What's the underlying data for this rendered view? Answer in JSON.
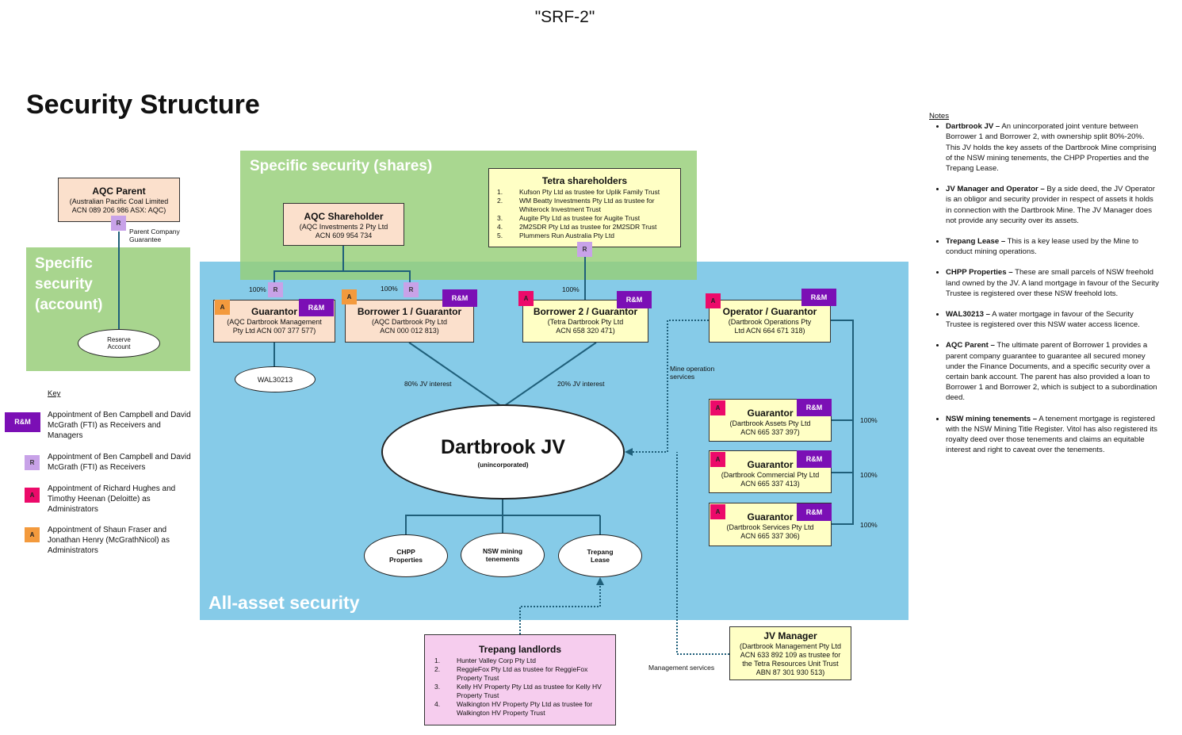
{
  "header": {
    "doc_ref": "\"SRF-2\"",
    "title": "Security Structure"
  },
  "regions": {
    "shares": "Specific security (shares)",
    "account": "Specific security (account)",
    "all_asset": "All-asset security"
  },
  "entities": {
    "aqc_parent": {
      "name": "AQC Parent",
      "detail": "(Australian Pacific Coal Limited ACN 089 206 986 ASX: AQC)"
    },
    "aqc_shareholder": {
      "name": "AQC Shareholder",
      "detail": "(AQC Investments 2 Pty Ltd ACN 609 954 734"
    },
    "tetra_shareholders": {
      "name": "Tetra shareholders",
      "items": [
        {
          "n": "1.",
          "text": "Kufson Pty Ltd as trustee for Uplik Family Trust"
        },
        {
          "n": "2.",
          "text": "WM Beatty Investments Pty Ltd as trustee for Whiterock Investment Trust"
        },
        {
          "n": "3.",
          "text": "Augite Pty Ltd as trustee for Augite Trust"
        },
        {
          "n": "4.",
          "text": "2M2SDR Pty Ltd as trustee for 2M2SDR Trust"
        },
        {
          "n": "5.",
          "text": "Plummers Run Australia Pty Ltd"
        }
      ]
    },
    "guarantor_mgmt": {
      "name": "Guarantor",
      "detail": "(AQC Dartbrook Management Pty Ltd ACN 007 377 577)"
    },
    "borrower1": {
      "name": "Borrower 1 / Guarantor",
      "detail": "(AQC Dartbrook Pty Ltd ACN 000 012 813)"
    },
    "borrower2": {
      "name": "Borrower 2 / Guarantor",
      "detail": "(Tetra Dartbrook Pty Ltd ACN 658 320 471)"
    },
    "operator": {
      "name": "Operator / Guarantor",
      "detail": "(Dartbrook Operations Pty Ltd ACN 664 671 318)"
    },
    "guarantor_assets": {
      "name": "Guarantor",
      "detail": "(Dartbrook Assets Pty Ltd ACN 665 337 397)"
    },
    "guarantor_commercial": {
      "name": "Guarantor",
      "detail": "(Dartbrook Commercial Pty Ltd ACN 665 337 413)"
    },
    "guarantor_services": {
      "name": "Guarantor",
      "detail": "(Dartbrook Services Pty Ltd ACN 665 337 306)"
    },
    "jv": {
      "name": "Dartbrook JV",
      "sub": "(unincorporated)"
    },
    "reserve_account": "Reserve Account",
    "wal": "WAL30213",
    "chpp": "CHPP Properties",
    "nsw": "NSW mining tenements",
    "trepang_lease": "Trepang Lease",
    "trepang_landlords": {
      "name": "Trepang landlords",
      "items": [
        {
          "n": "1.",
          "text": "Hunter Valley Corp Pty Ltd"
        },
        {
          "n": "2.",
          "text": "ReggieFox Pty Ltd as trustee for ReggieFox Property Trust"
        },
        {
          "n": "3.",
          "text": "Kelly HV Property Pty Ltd as trustee for Kelly HV Property Trust"
        },
        {
          "n": "4.",
          "text": "Walkington HV Property Pty Ltd as trustee for Walkington HV Property Trust"
        }
      ]
    },
    "jv_manager": {
      "name": "JV Manager",
      "detail": "(Dartbrook Management Pty Ltd ACN 633 892 109 as trustee for the Tetra Resources Unit Trust ABN 87 301 930 513)"
    }
  },
  "badges": {
    "rm": "R&M",
    "r": "R",
    "a": "A"
  },
  "labels": {
    "parent_guarantee": "Parent Company Guarantee",
    "pct100": "100%",
    "jv80": "80% JV interest",
    "jv20": "20% JV interest",
    "mine_ops": "Mine operation services",
    "mgmt_services": "Management services"
  },
  "key": {
    "title": "Key",
    "rm": "Appointment of Ben Campbell and David McGrath (FTI) as Receivers and Managers",
    "r": "Appointment of Ben Campbell and David McGrath (FTI) as Receivers",
    "a_pink": "Appointment of Richard Hughes and Timothy Heenan (Deloitte) as Administrators",
    "a_orange": "Appointment of Shaun Fraser and Jonathan Henry (McGrathNicol) as Administrators"
  },
  "notes": {
    "heading": "Notes",
    "items": [
      {
        "term": "Dartbrook JV –",
        "text": " An unincorporated joint venture between Borrower 1 and Borrower 2, with ownership split 80%-20%. This JV holds the key assets of the Dartbrook Mine comprising of the NSW mining tenements, the CHPP Properties and the Trepang Lease."
      },
      {
        "term": "JV Manager and Operator –",
        "text": " By a side deed, the JV Operator is an obligor and security provider in respect of assets it holds in connection with the Dartbrook Mine. The JV Manager does not provide any security over its assets."
      },
      {
        "term": "Trepang Lease –",
        "text": " This is a key lease used by the Mine to conduct mining operations."
      },
      {
        "term": "CHPP Properties –",
        "text": " These are small parcels of NSW freehold land owned by the JV. A land mortgage in favour of the Security Trustee is registered over these NSW freehold lots."
      },
      {
        "term": "WAL30213 –",
        "text": " A water mortgage in favour of the Security Trustee is registered over this NSW water access licence."
      },
      {
        "term": "AQC Parent –",
        "text": " The ultimate parent of Borrower 1 provides a parent company guarantee to guarantee all secured money under the Finance Documents, and a specific security over a certain bank account. The parent has also provided a loan to Borrower 1 and Borrower 2, which is subject to a subordination deed."
      },
      {
        "term": "NSW mining tenements –",
        "text": " A tenement mortgage is registered with the NSW Mining Title Register. Vitol has also registered its royalty deed over those tenements and claims an equitable interest and right to caveat over the tenements."
      }
    ]
  },
  "colors": {
    "green_region": "#a8d58e",
    "blue_region": "#86cbe8",
    "connector": "#1f5f7a",
    "rm": "#7b0fb5",
    "r": "#c8a2e8",
    "a_pink": "#ec0a6a",
    "a_orange": "#f39a3d"
  }
}
